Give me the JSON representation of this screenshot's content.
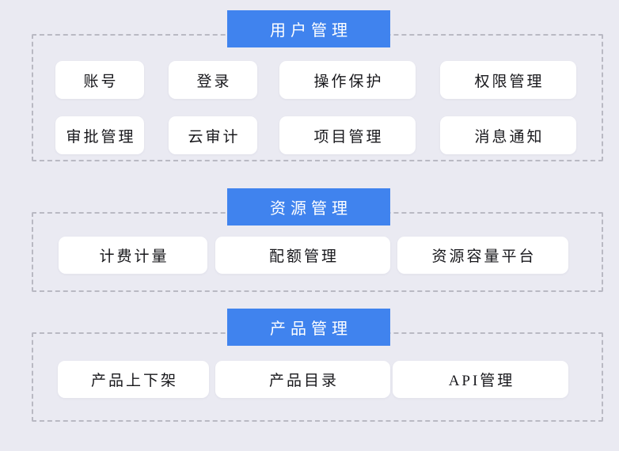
{
  "colors": {
    "page_bg": "#EAEAF2",
    "header_bg": "#4083EE",
    "header_text": "#FFFFFF",
    "item_bg": "#FFFFFF",
    "item_text": "#17171B",
    "dashed_border": "#B9B9C3"
  },
  "sections": [
    {
      "title": "用户管理",
      "items": [
        "账号",
        "登录",
        "操作保护",
        "权限管理",
        "审批管理",
        "云审计",
        "项目管理",
        "消息通知"
      ]
    },
    {
      "title": "资源管理",
      "items": [
        "计费计量",
        "配额管理",
        "资源容量平台"
      ]
    },
    {
      "title": "产品管理",
      "items": [
        "产品上下架",
        "产品目录",
        "API管理"
      ]
    }
  ]
}
